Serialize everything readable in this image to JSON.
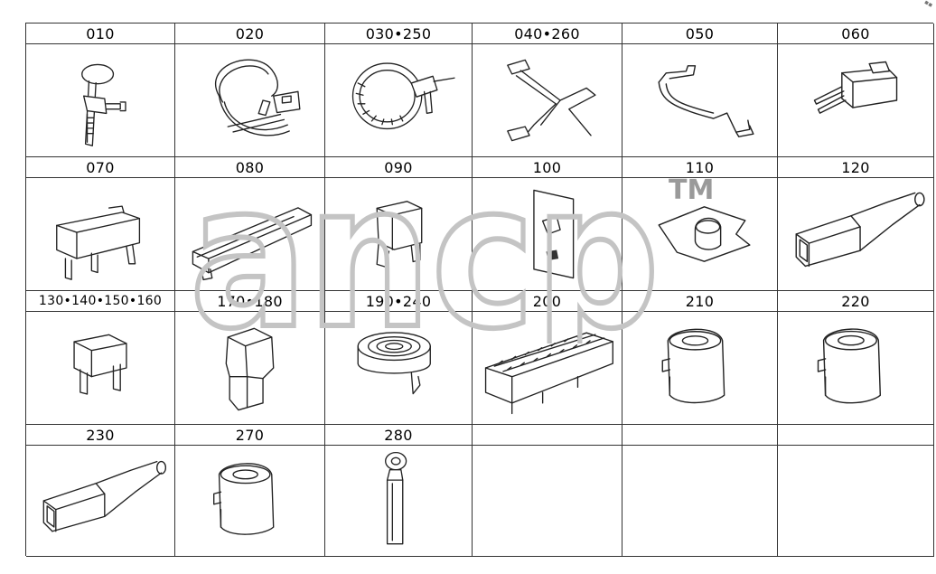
{
  "cells": [
    {
      "label": "010",
      "icon": "cable-tie-with-clip-icon"
    },
    {
      "label": "020",
      "icon": "cable-tie-with-anchor-icon"
    },
    {
      "label": "030•250",
      "icon": "ratchet-cable-tie-icon"
    },
    {
      "label": "040•260",
      "icon": "cross-cable-tie-icon"
    },
    {
      "label": "050",
      "icon": "strap-bracket-icon"
    },
    {
      "label": "060",
      "icon": "two-pin-connector-icon"
    },
    {
      "label": "070",
      "icon": "three-pin-relay-block-icon"
    },
    {
      "label": "080",
      "icon": "long-connector-housing-icon"
    },
    {
      "label": "090",
      "icon": "connector-clip-icon"
    },
    {
      "label": "100",
      "icon": "mounting-plate-icon"
    },
    {
      "label": "110",
      "icon": "spring-clip-icon"
    },
    {
      "label": "120",
      "icon": "connector-boot-icon"
    },
    {
      "label": "130•140•150•160",
      "icon": "blade-fuse-icon"
    },
    {
      "label": "170•180",
      "icon": "connector-cap-icon"
    },
    {
      "label": "190•240",
      "icon": "insulating-tape-roll-icon"
    },
    {
      "label": "200",
      "icon": "fuse-box-terminal-block-icon"
    },
    {
      "label": "210",
      "icon": "pipe-clamp-icon"
    },
    {
      "label": "220",
      "icon": "pipe-clamp-icon"
    },
    {
      "label": "230",
      "icon": "connector-boot-icon"
    },
    {
      "label": "270",
      "icon": "pipe-clamp-icon"
    },
    {
      "label": "280",
      "icon": "ring-terminal-icon"
    },
    {
      "label": "",
      "icon": ""
    },
    {
      "label": "",
      "icon": ""
    },
    {
      "label": "",
      "icon": ""
    }
  ],
  "watermark": {
    "text": "ancp",
    "trademark": "TM",
    "color": "#c8c8c8"
  },
  "corner_mark": "▪▪"
}
